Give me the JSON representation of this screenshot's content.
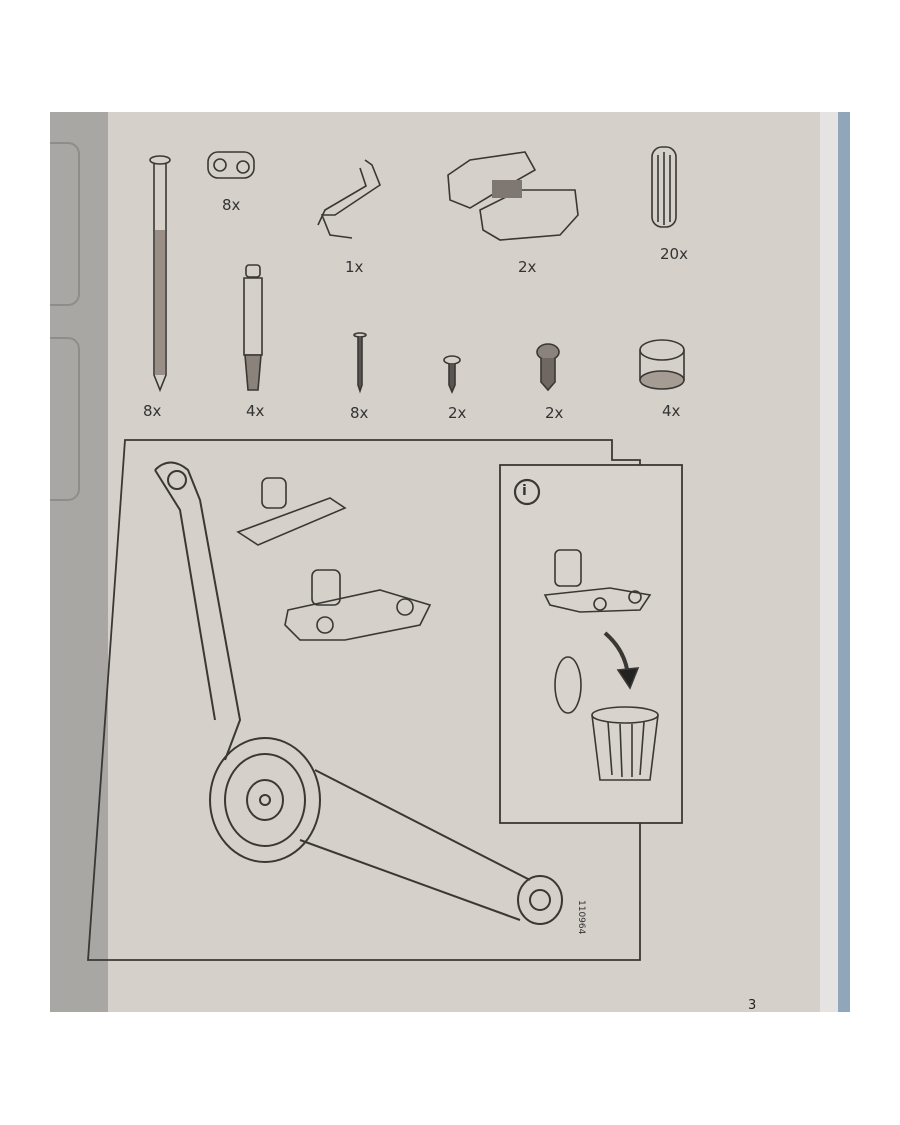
{
  "parts_row_1": [
    {
      "name": "connector-bolt",
      "quantity": "8x"
    },
    {
      "name": "allen-key",
      "quantity": "1x"
    },
    {
      "name": "hinge",
      "quantity": "2x"
    },
    {
      "name": "wooden-dowel",
      "quantity": "20x"
    }
  ],
  "parts_row_2": [
    {
      "name": "long-bolt",
      "quantity": "8x"
    },
    {
      "name": "cam-dowel",
      "quantity": "4x"
    },
    {
      "name": "nail",
      "quantity": "8x"
    },
    {
      "name": "short-screw",
      "quantity": "2x"
    },
    {
      "name": "screw",
      "quantity": "2x"
    },
    {
      "name": "cam-lock",
      "quantity": "4x"
    }
  ],
  "main_part_number": "110964",
  "info_symbol": "i",
  "page_number": "3",
  "colors": {
    "paper": "#d5d0c9",
    "ink": "#333333"
  }
}
